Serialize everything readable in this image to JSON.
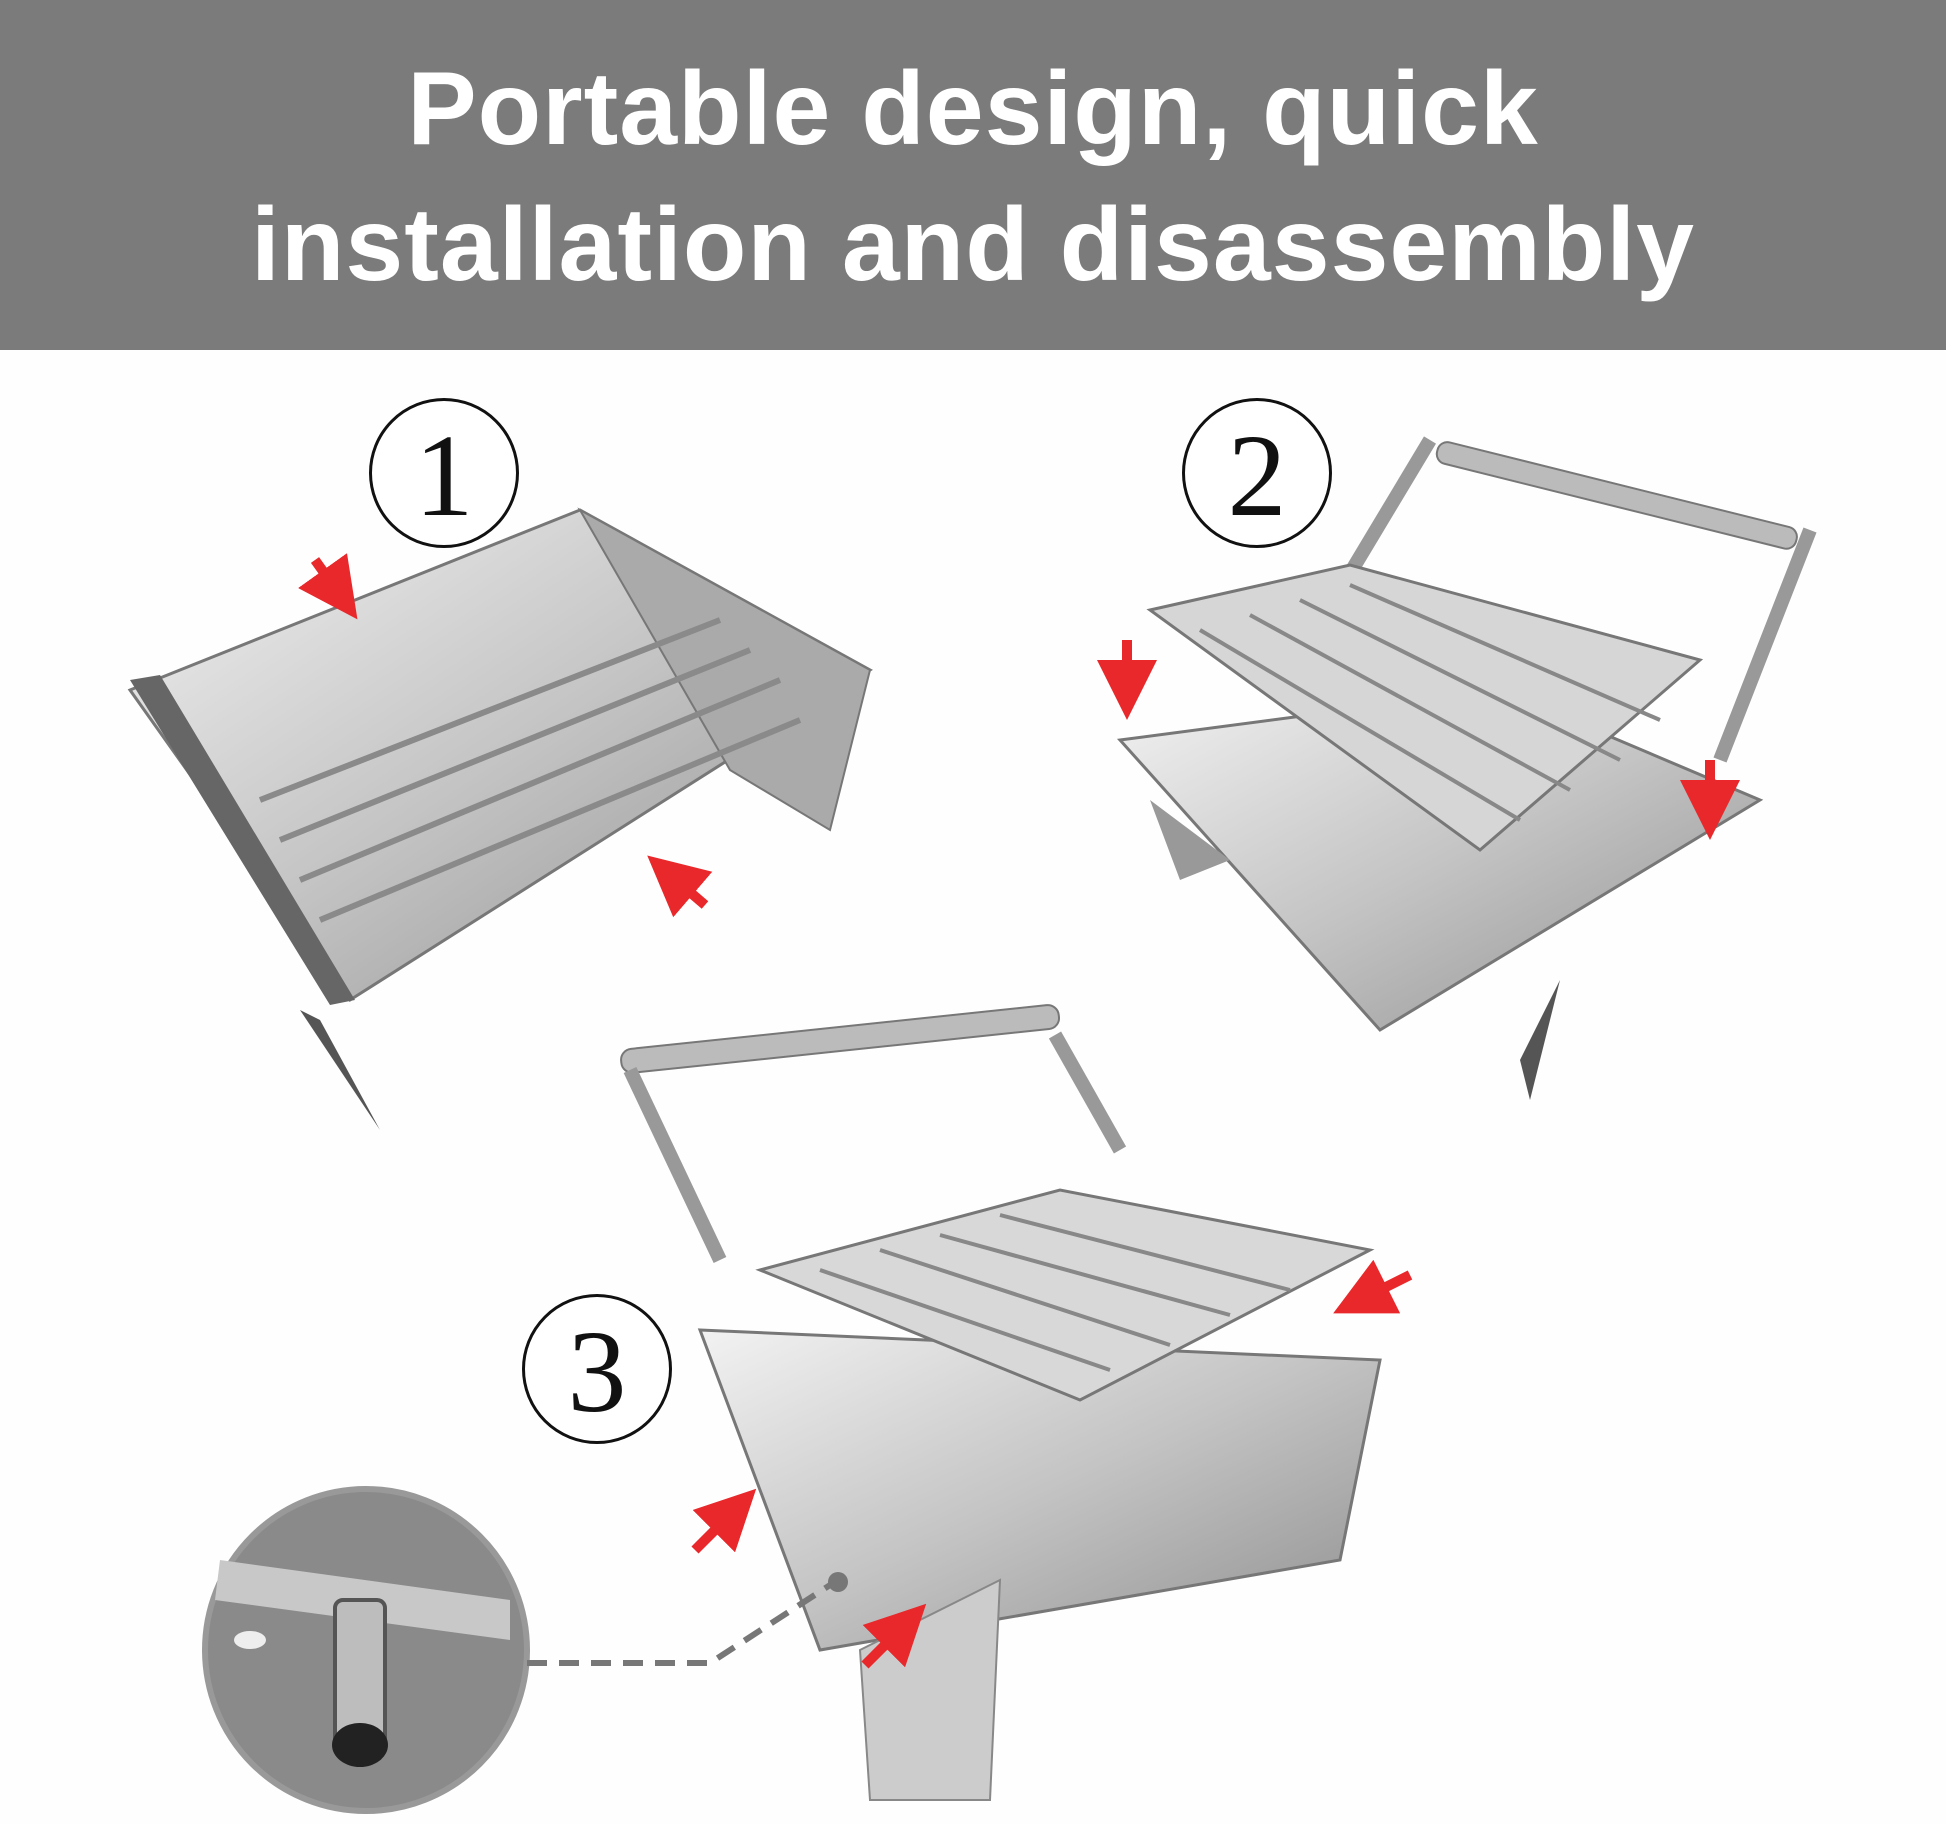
{
  "banner": {
    "title_line_1": "Portable design, quick",
    "title_line_2": "installation and disassembly"
  },
  "steps": [
    {
      "number": "1"
    },
    {
      "number": "2"
    },
    {
      "number": "3"
    }
  ],
  "colors": {
    "banner": "#7b7b7b",
    "arrow": "#e8282a",
    "metal": "#b8b8b8"
  }
}
